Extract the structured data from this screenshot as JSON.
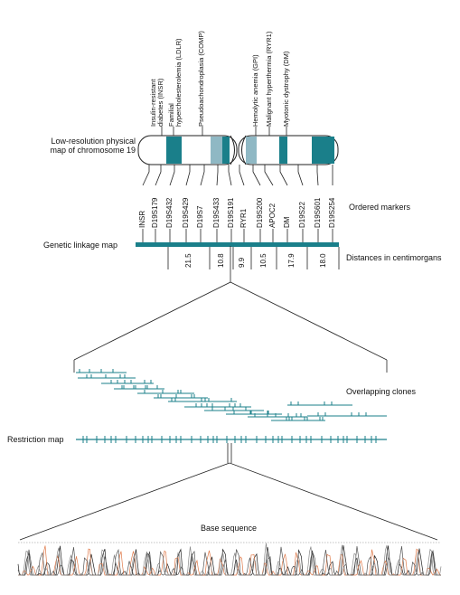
{
  "diseases": [
    {
      "label": "Insulin-resistant\ndiabetes (INSR)"
    },
    {
      "label": "Familial\nhypercholesterolemia (LDLR)"
    },
    {
      "label": "Pseudoachondroplasia (COMP)"
    },
    {
      "label": "Hemolytic anemia (GPI)"
    },
    {
      "label": "Malignant hyperthermia (RYR1)"
    },
    {
      "label": "Myotonic dystrophy (DM)"
    }
  ],
  "chromosome_label": "Low-resolution physical\nmap of chromosome 19",
  "markers": [
    "INSR",
    "D19S179",
    "D19S432",
    "D19S429",
    "D19S7",
    "D19S433",
    "D19S191",
    "RYR1",
    "D19S200",
    "APOC2",
    "DM",
    "D19S22",
    "D19S601",
    "D19S254"
  ],
  "ordered_markers_label": "Ordered markers",
  "genetic_linkage_label": "Genetic linkage map",
  "distances_label": "Distances in centimorgans",
  "distances": [
    "21.5",
    "10.8",
    "9.9",
    "10.5",
    "17.9",
    "18.0"
  ],
  "overlapping_clones_label": "Overlapping clones",
  "restriction_map_label": "Restriction map",
  "base_sequence_label": "Base sequence",
  "colors": {
    "teal": "#1a7f8a",
    "light_teal": "#8fb8c4",
    "orange": "#e07a4a",
    "ink": "#222222"
  }
}
